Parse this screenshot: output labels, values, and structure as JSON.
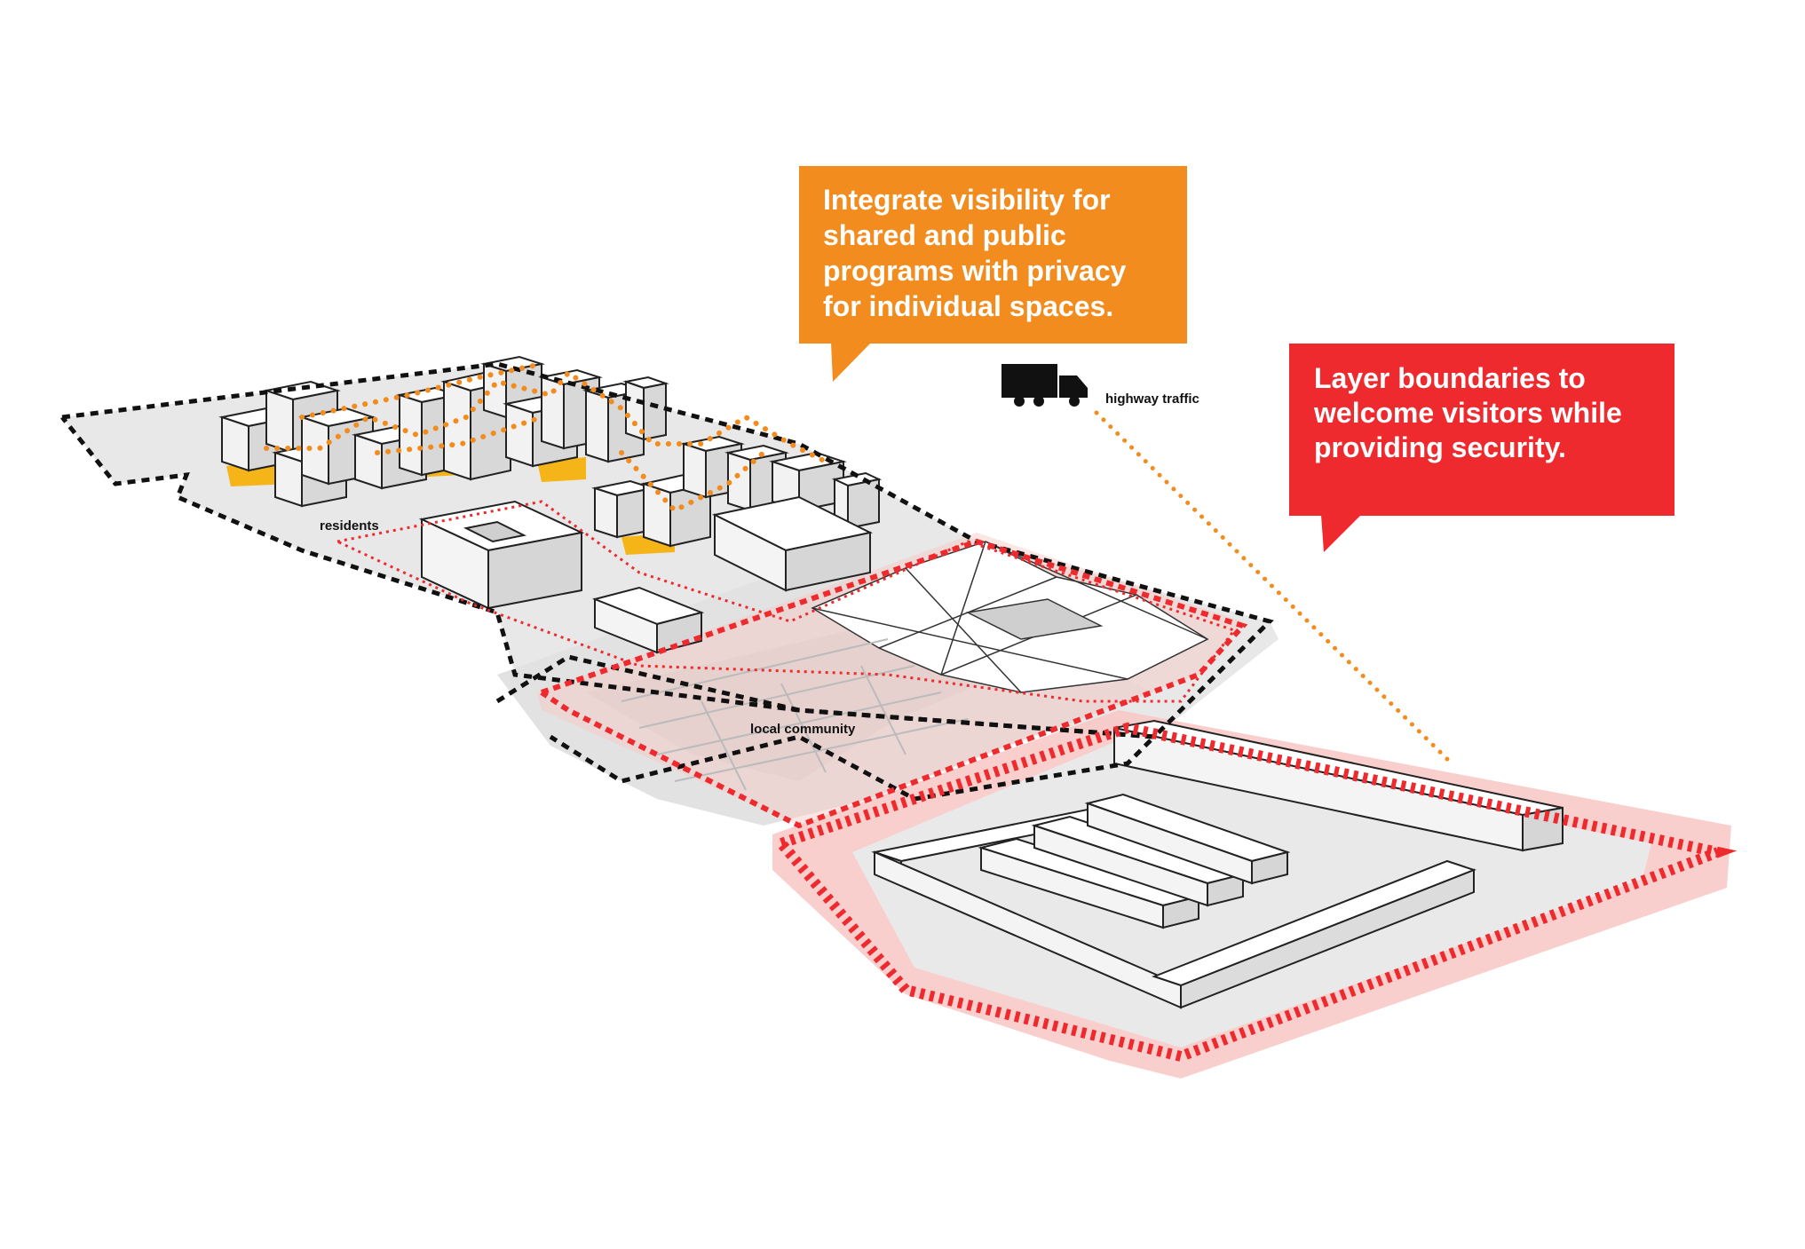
{
  "colors": {
    "orange": "#f28c1e",
    "red": "#ee2a2e",
    "red_halo": "#f8c7c4",
    "yellow": "#f5b418",
    "boundary": "#111111",
    "ground": "#e6e6e6"
  },
  "callouts": {
    "visibility": {
      "lines": [
        "Integrate visibility for",
        "shared and public",
        "programs with privacy",
        "for individual spaces."
      ]
    },
    "boundaries": {
      "lines": [
        "Layer boundaries to",
        "welcome visitors while",
        "providing security."
      ]
    }
  },
  "labels": {
    "highway": "highway traffic",
    "residents": "residents",
    "community": "local community"
  },
  "icons": {
    "truck": "truck-icon"
  }
}
